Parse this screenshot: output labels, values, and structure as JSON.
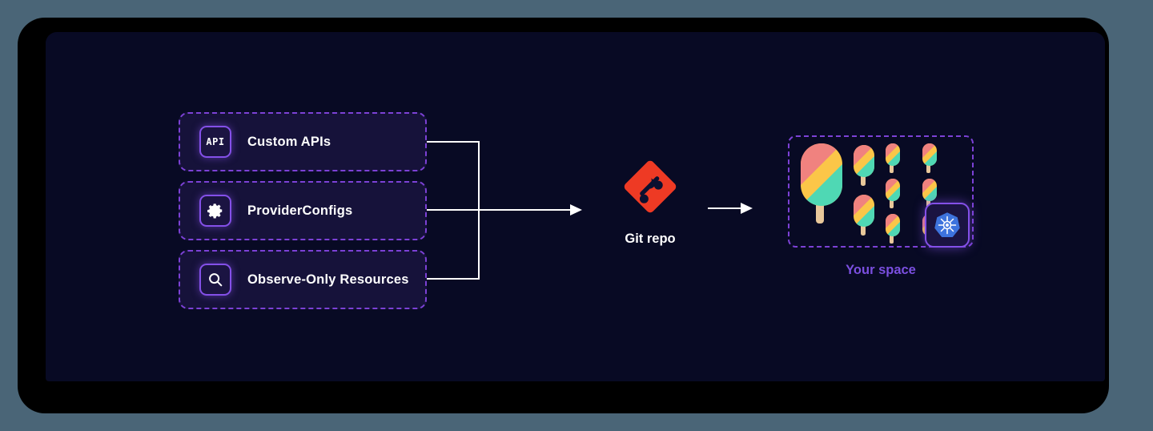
{
  "diagram": {
    "title": "GitOps control plane flow",
    "canvas_bg": "#080a24",
    "frame_bg": "#4a6577",
    "accent_purple": "#7c41d6",
    "sources": [
      {
        "icon": "api-icon",
        "icon_text": "API",
        "label": "Custom APIs"
      },
      {
        "icon": "gear-icon",
        "icon_text": "",
        "label": "ProviderConfigs"
      },
      {
        "icon": "search-icon",
        "icon_text": "",
        "label": "Observe-Only Resources"
      }
    ],
    "git": {
      "icon": "git-logo-icon",
      "label": "Git repo",
      "color": "#ee3a24"
    },
    "space": {
      "label": "Your space",
      "label_color": "#7b4fe0",
      "platform_icon": "kubernetes-icon",
      "platform_color": "#3d73dd",
      "popsicle_colors": {
        "pink": "#f0827f",
        "yellow": "#fbc648",
        "teal": "#4fd8b4",
        "stick": "#e8c79a"
      },
      "popsicle_count": 9
    },
    "arrows": [
      {
        "name": "sources-to-git"
      },
      {
        "name": "git-to-space"
      }
    ]
  }
}
